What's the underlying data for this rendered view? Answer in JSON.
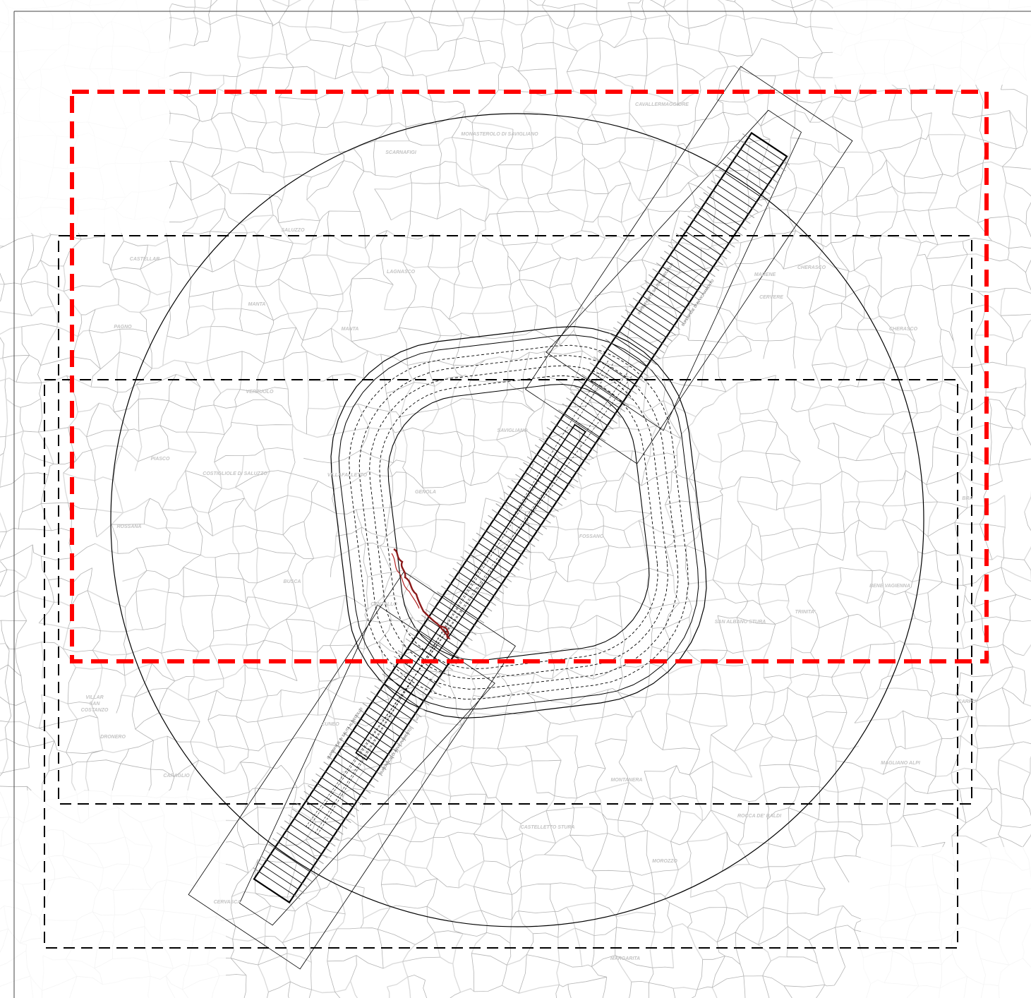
{
  "map": {
    "colors": {
      "background": "#ffffff",
      "boundary": "#b4b4b4",
      "boundary_light": "#dcdcdc",
      "primary_frame": "#ff0000",
      "secondary_frame": "#000000",
      "track": "#8b1a1a",
      "label": "#c4c4c4"
    },
    "towns": [
      "CAVALLERMAGGIORE",
      "MONASTEROLO DI SAVIGLIANO",
      "SCARNAFIGI",
      "SALUZZO",
      "CASTELLAR",
      "LAGNASCO",
      "MANTA",
      "MANTA",
      "PAGNO",
      "MARENE",
      "CHERASCO",
      "CERVERE",
      "CHERASCO",
      "VERZUOLO",
      "SAVIGLIANO",
      "PIASCO",
      "COSTIGLIOLE DI SALUZZO",
      "VILLAFALLETTO",
      "GENOLA",
      "BRA",
      "ROSSANA",
      "FOSSANO",
      "BUSCA",
      "CENTALLO",
      "SAN ALBANO STURA",
      "TRINITA'",
      "BENE VAGIENNA",
      "VILLAR",
      "SAN",
      "COSTANZO",
      "DRONERO",
      "CUNEO",
      "CARAGLIO",
      "MONTANERA",
      "MAGLIANO ALPI",
      "CARRU'",
      "ROCCA DE' BALDI",
      "CASTELLETTO STURA",
      "MOROZZO",
      "CERVASCA",
      "MARGARITA"
    ],
    "runway_labels": [
      "SUPERFICIE DI SALITA AL DECOLLO",
      "SUPERFICIE DI AVVICINAMENTO",
      "SUPERFICIE DI SALITA AL DECOLLO",
      "SUPERFICIE DI AVVICINAMENTO"
    ]
  }
}
